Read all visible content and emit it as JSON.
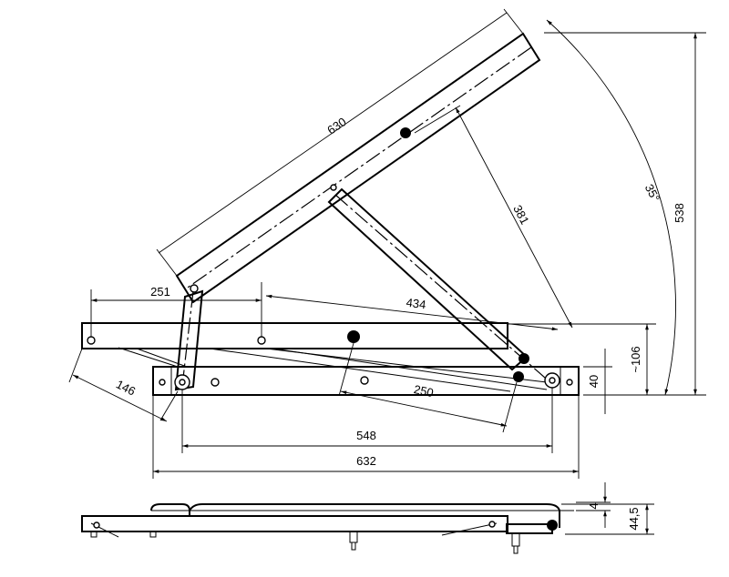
{
  "dimensions": {
    "arm_length": "630",
    "arm_to_pivot": "381",
    "angle": "35°",
    "total_height": "538",
    "left_offset": "251",
    "diagonal_span": "434",
    "slant_left": "146",
    "slant_mid": "250",
    "height_open": "~106",
    "base_height": "40",
    "pivot_span": "548",
    "base_length": "632",
    "side_thickness": "4",
    "side_height": "44,5"
  },
  "colors": {
    "line": "#000000",
    "background": "#ffffff"
  }
}
